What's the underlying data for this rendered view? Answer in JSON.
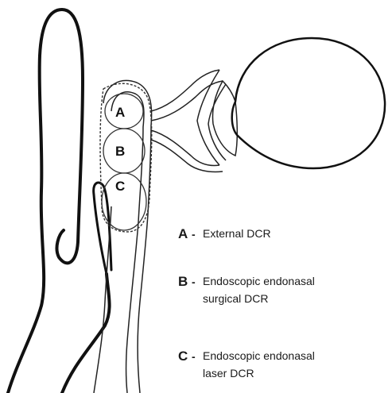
{
  "diagram": {
    "markers": {
      "a": "A",
      "b": "B",
      "c": "C"
    }
  },
  "legend": {
    "a": {
      "letter": "A",
      "separator": "-",
      "line1": "External DCR"
    },
    "b": {
      "letter": "B",
      "separator": "-",
      "line1": "Endoscopic endonasal",
      "line2": "surgical DCR"
    },
    "c": {
      "letter": "C",
      "separator": "-",
      "line1": "Endoscopic endonasal",
      "line2": "laser DCR"
    }
  },
  "colors": {
    "ink": "#111111",
    "background": "#ffffff"
  }
}
